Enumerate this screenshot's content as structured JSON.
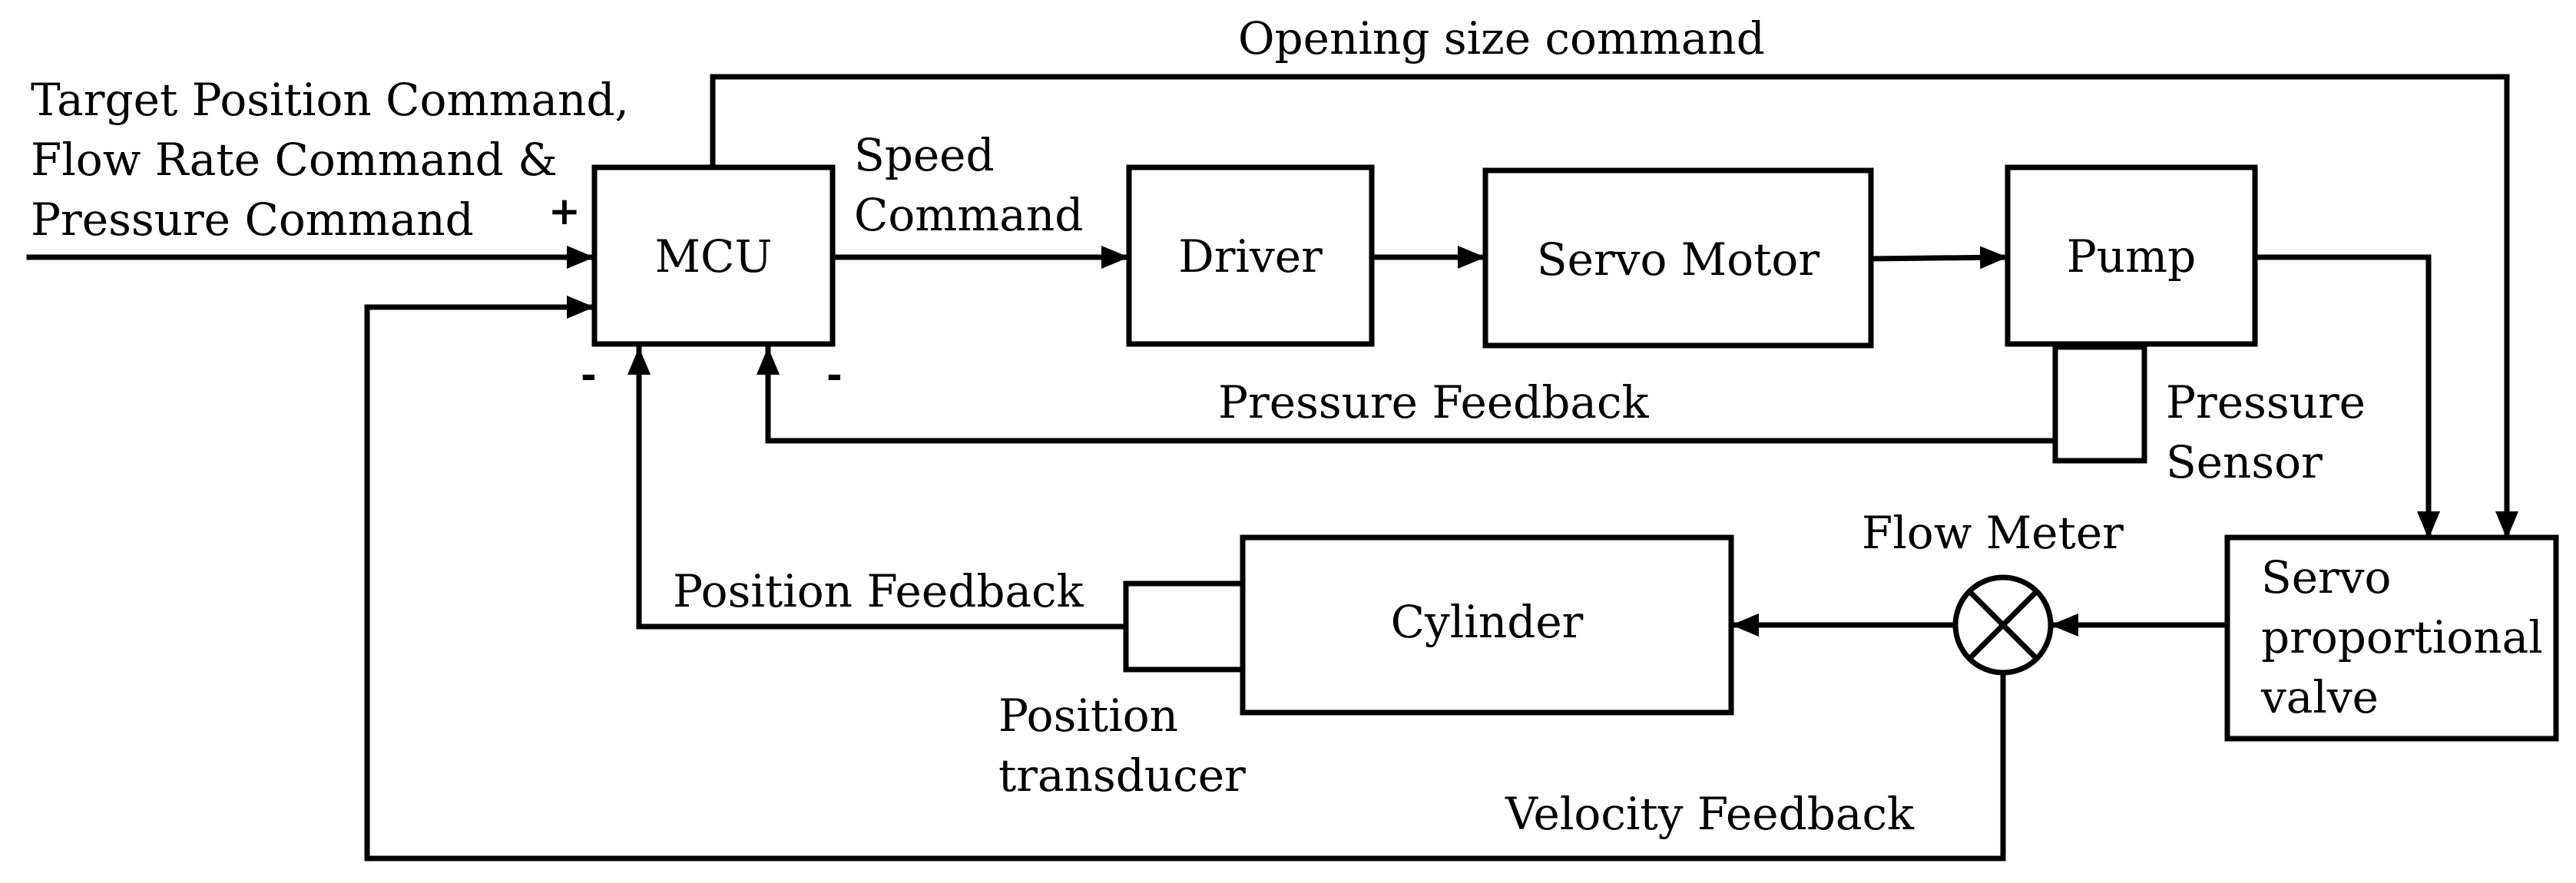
{
  "blocks": {
    "mcu": "MCU",
    "driver": "Driver",
    "servo_motor": "Servo Motor",
    "pump": "Pump",
    "cylinder": "Cylinder",
    "servo_valve": [
      "Servo",
      "proportional",
      "valve"
    ]
  },
  "labels": {
    "input_command": [
      "Target Position Command,",
      "Flow Rate Command &",
      "Pressure Command"
    ],
    "opening_size_command": "Opening size command",
    "speed_command": [
      "Speed",
      "Command"
    ],
    "pressure_feedback": "Pressure Feedback",
    "pressure_sensor": [
      "Pressure",
      "Sensor"
    ],
    "flow_meter": "Flow Meter",
    "position_feedback": "Position Feedback",
    "position_transducer": [
      "Position",
      "transducer"
    ],
    "velocity_feedback": "Velocity Feedback"
  },
  "signs": {
    "plus": "+",
    "minus_left": "-",
    "minus_right": "-"
  }
}
